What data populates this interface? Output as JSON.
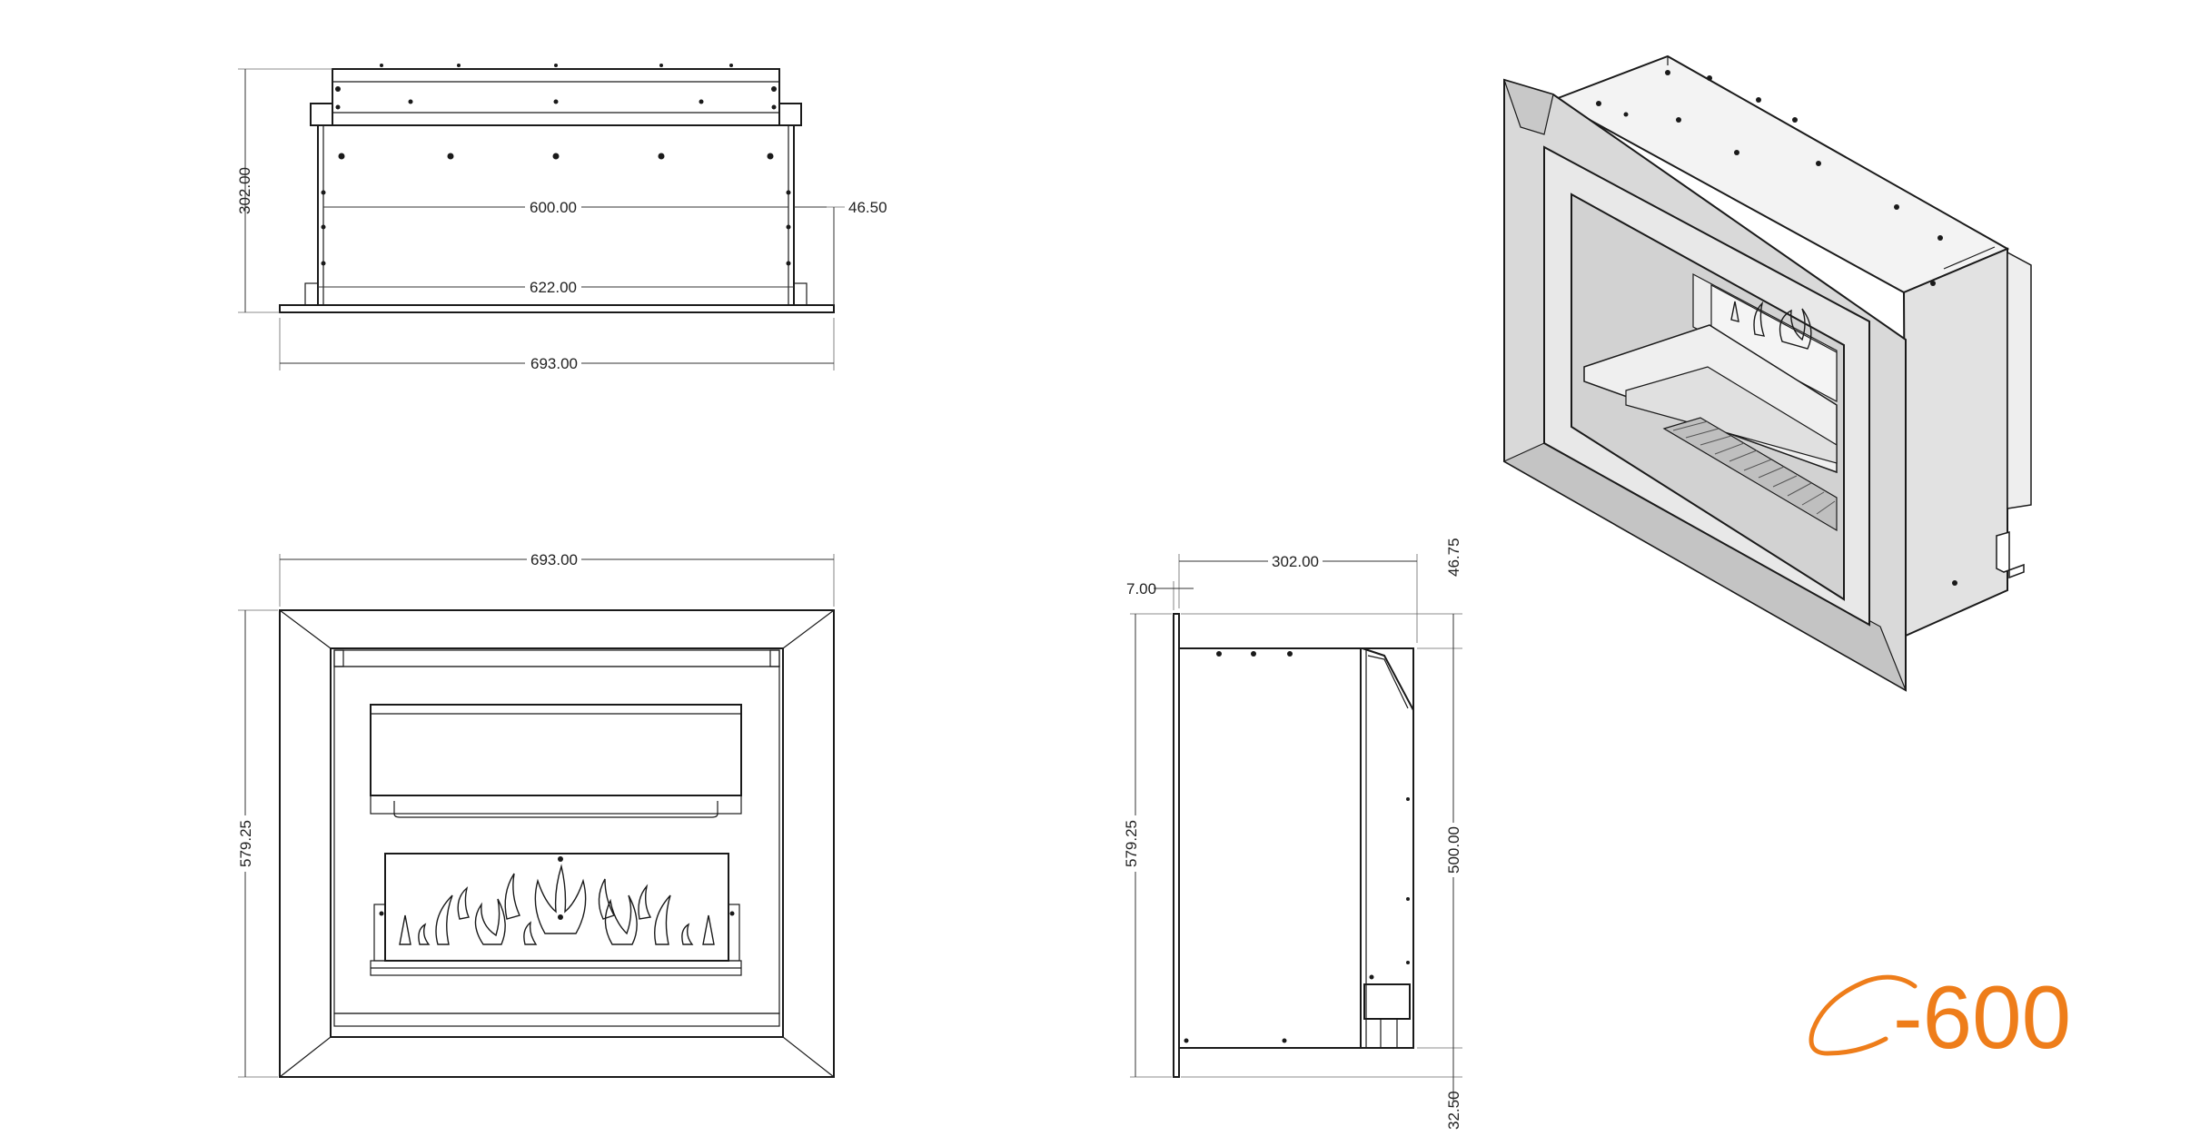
{
  "colors": {
    "line": "#1a1a1a",
    "dimension": "#333333",
    "logo": "#ee7d1a",
    "panel_light": "#f3f3f3",
    "panel_mid": "#d9d9d9",
    "panel_dark": "#c4c4c4"
  },
  "top_view": {
    "dim_height": "302.00",
    "dim_inner": "600.00",
    "dim_offset": "46.50",
    "dim_body": "622.00",
    "dim_overall": "693.00"
  },
  "front_view": {
    "dim_width": "693.00",
    "dim_height": "579.25"
  },
  "side_view": {
    "dim_depth": "302.00",
    "dim_lip": "7.00",
    "dim_top": "46.75",
    "dim_height": "579.25",
    "dim_body": "500.00",
    "dim_bottom": "32.50"
  },
  "logo": {
    "text": "-600",
    "icon": "c-swoosh-icon"
  }
}
